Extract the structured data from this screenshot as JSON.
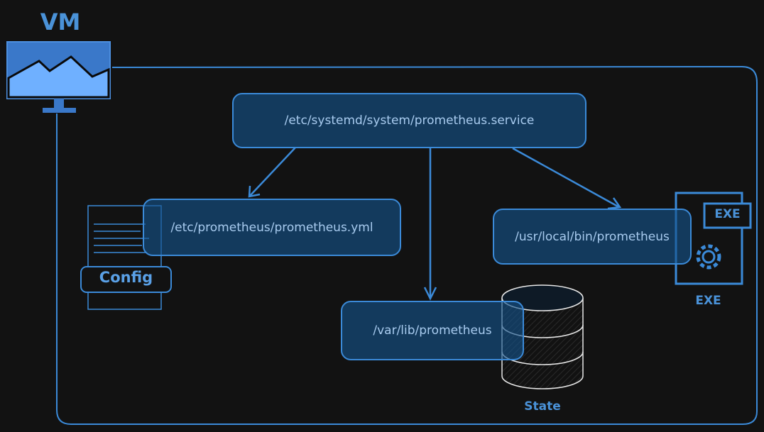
{
  "vm": {
    "label": "VM"
  },
  "nodes": {
    "service": "/etc/systemd/system/prometheus.service",
    "config_file": "/etc/prometheus/prometheus.yml",
    "binary": "/usr/local/bin/prometheus",
    "data_dir": "/var/lib/prometheus"
  },
  "icons": {
    "config": {
      "label": "Config",
      "icon": "document-icon"
    },
    "exe": {
      "label": "EXE",
      "badge": "EXE",
      "icon": "executable-gear-icon"
    },
    "state": {
      "label": "State",
      "icon": "database-icon"
    }
  },
  "edges": [
    {
      "from": "service",
      "to": "config_file"
    },
    {
      "from": "service",
      "to": "data_dir"
    },
    {
      "from": "service",
      "to": "binary"
    }
  ],
  "colors": {
    "background": "#121212",
    "accent": "#3b8ad8",
    "node_fill": "#15548c",
    "text": "#a8cbef"
  }
}
